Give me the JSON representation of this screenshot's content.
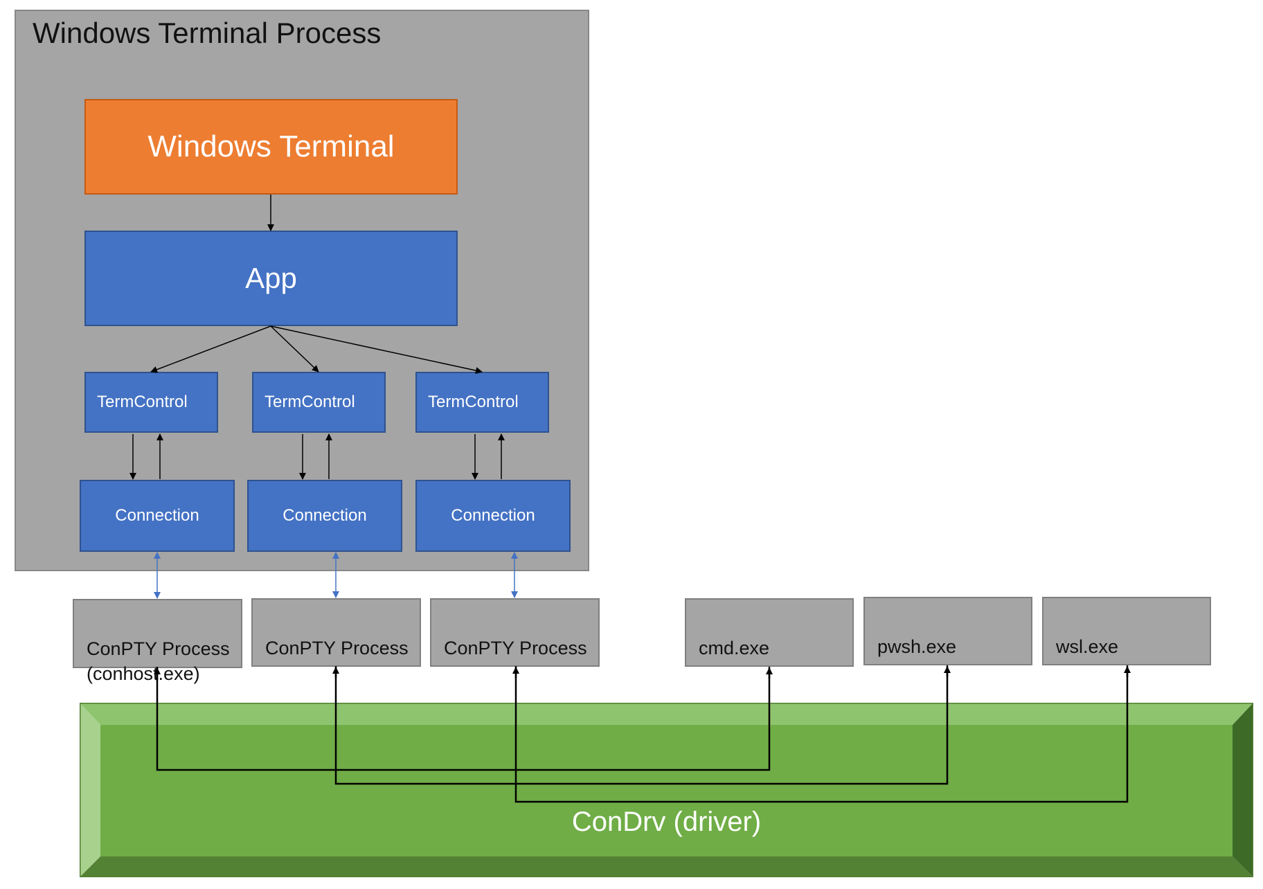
{
  "outer": {
    "title": "Windows Terminal Process"
  },
  "windows_terminal": {
    "label": "Windows Terminal"
  },
  "app": {
    "label": "App"
  },
  "term_controls": [
    "TermControl",
    "TermControl",
    "TermControl"
  ],
  "connections": [
    "Connection",
    "Connection",
    "Connection"
  ],
  "conpty": [
    "ConPTY Process\n(conhost.exe)",
    "ConPTY Process",
    "ConPTY Process"
  ],
  "clients": [
    "cmd.exe",
    "pwsh.exe",
    "wsl.exe"
  ],
  "condrv": {
    "label": "ConDrv (driver)"
  },
  "colors": {
    "orange": "#ed7d31",
    "blue": "#4472c4",
    "gray": "#a5a5a5",
    "green": "#70ad47",
    "link_blue": "#4472c4"
  }
}
